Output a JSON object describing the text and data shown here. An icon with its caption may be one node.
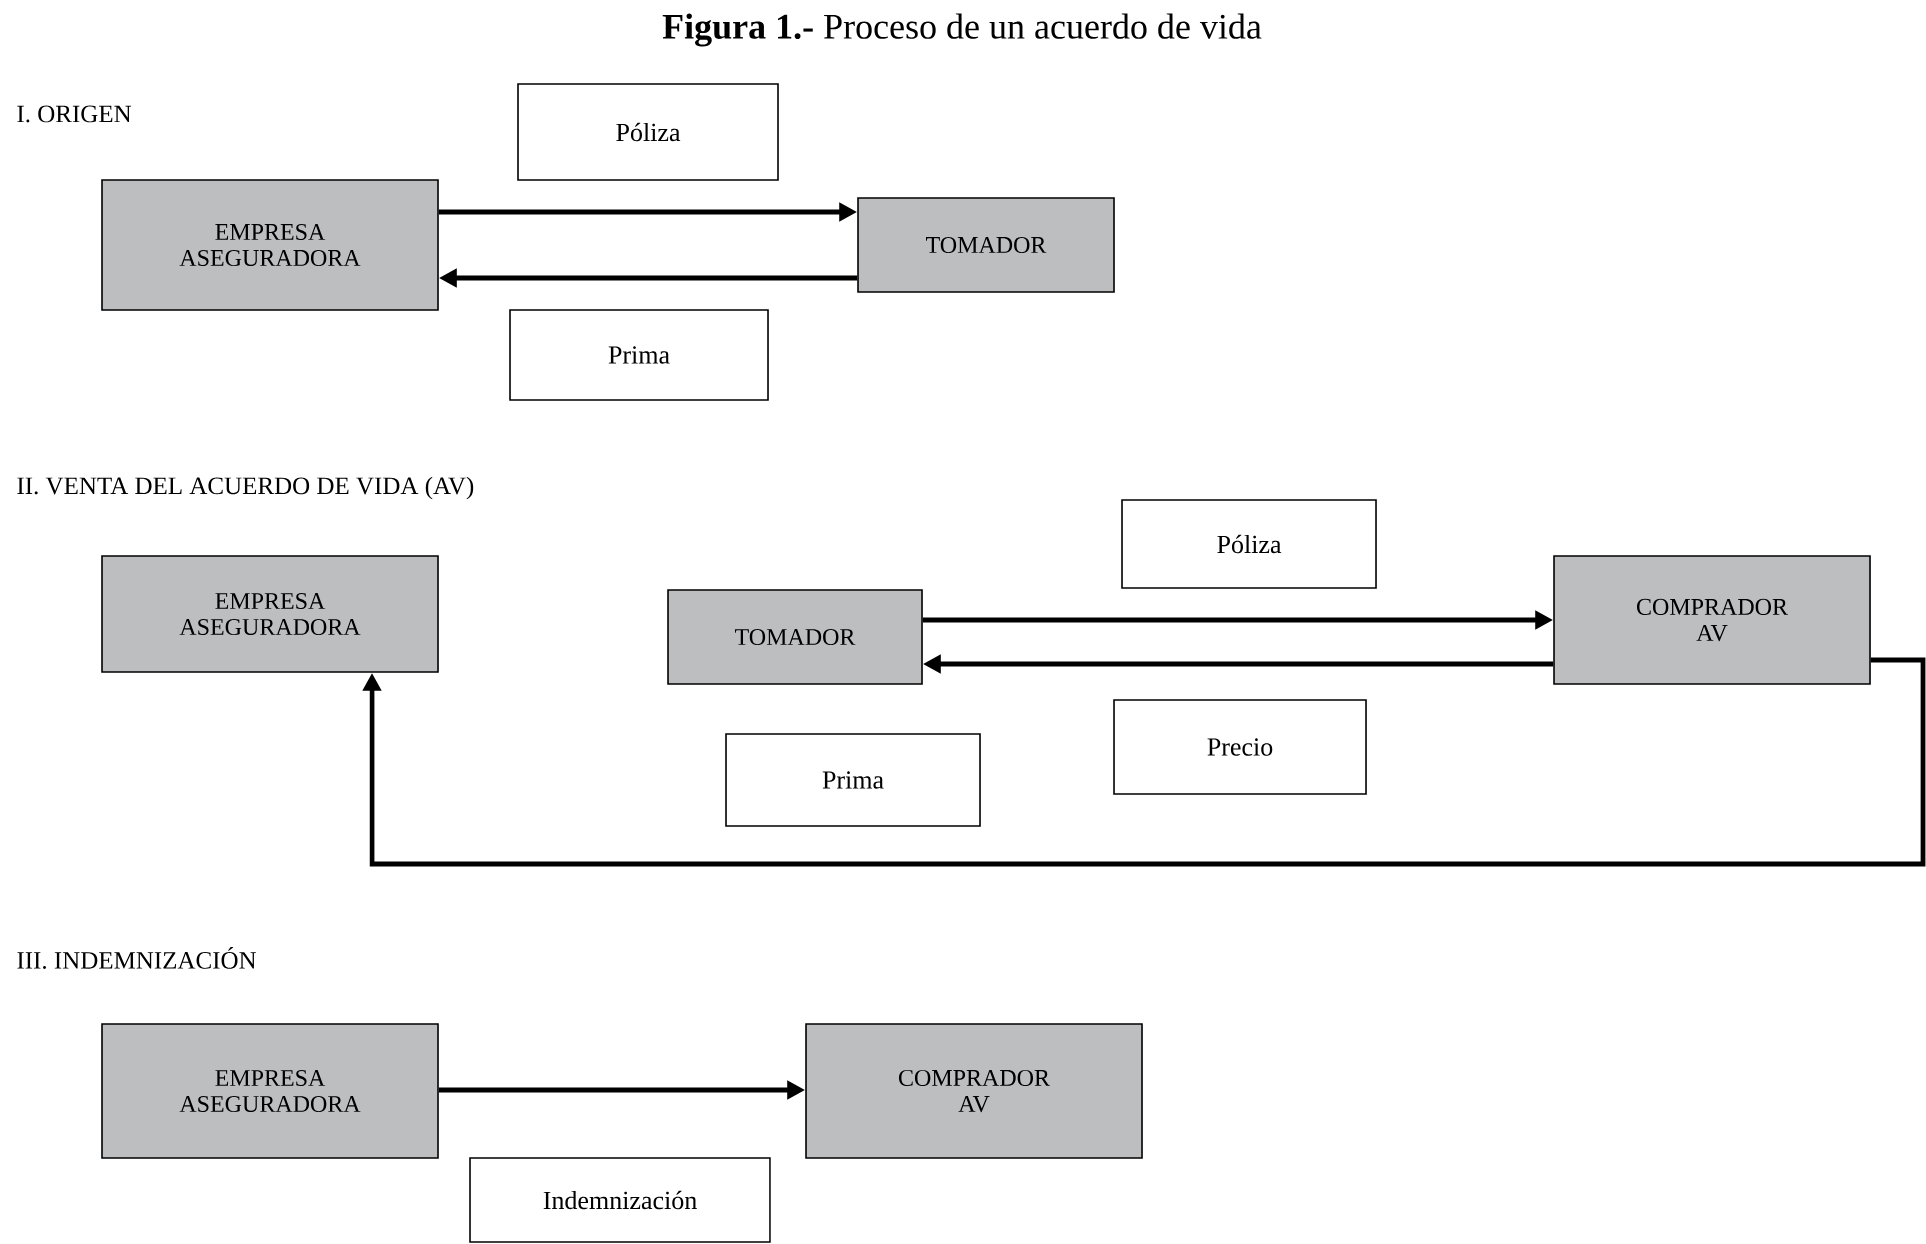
{
  "diagram": {
    "title": "**Figura 1.-** Proceso de un acuerdo de vida",
    "nodes": [
      {
        "text": [
          "EMPRESA ASEGURADORA"
        ]
      },
      {
        "text": [
          "Póliza"
        ]
      },
      {
        "text": [
          "TOMADOR"
        ]
      },
      {
        "text": [
          "Prima"
        ]
      },
      {
        "text": [
          "Póliza"
        ]
      },
      {
        "text": [
          "EMPRESA ASEGURADORA"
        ]
      },
      {
        "text": [
          "TOMADOR"
        ]
      },
      {
        "text": [
          "COMPRADOR AV"
        ]
      },
      {
        "text": [
          "Precio"
        ]
      },
      {
        "text": [
          "Prima"
        ]
      },
      {
        "text": [
          "EMPRESA ASEGURADORA"
        ]
      },
      {
        "text": [
          "COMPRADOR AV"
        ]
      },
      {
        "text": [
          "Indemnización"
        ]
      }
    ],
    "edges": [
      {
        "from": 0,
        "to": 2,
        "arrow": "to"
      },
      {
        "from": 2,
        "to": 0,
        "arrow": "to"
      },
      {
        "from": 6,
        "to": 7,
        "arrow": "to"
      },
      {
        "from": 7,
        "to": 6,
        "arrow": "to"
      },
      {
        "from": 7,
        "to": 5,
        "arrow": "to"
      },
      {
        "from": 10,
        "to": 11,
        "arrow": "to"
      }
    ],
    "labels": [
      "I. ORIGEN",
      "II. VENTA DEL ACUERDO DE VIDA (AV)",
      "III. INDEMNIZACIÓN"
    ]
  }
}
